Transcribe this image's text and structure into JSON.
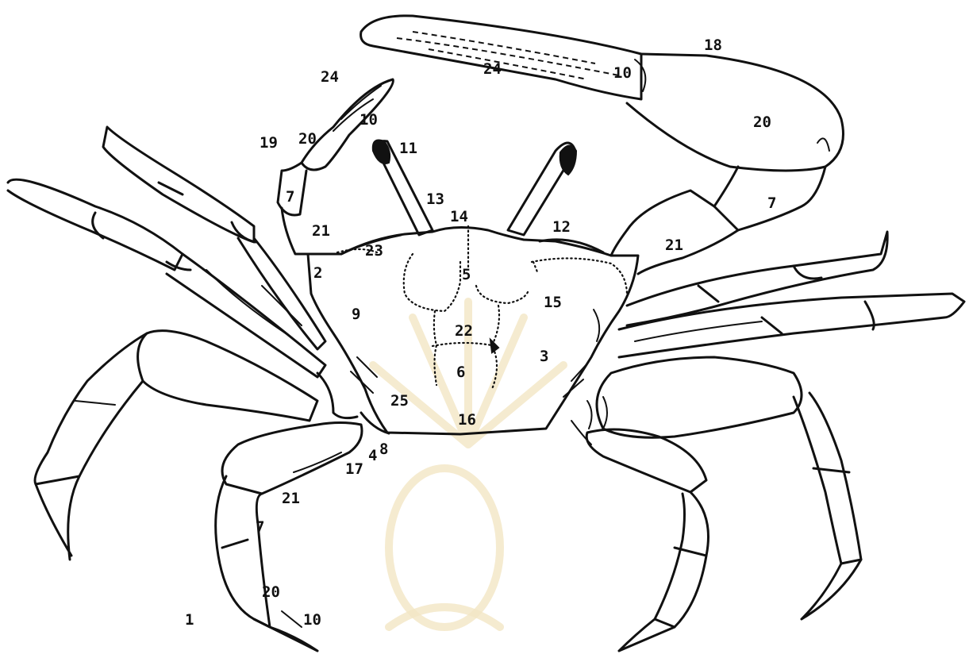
{
  "labels": {
    "l1": "1",
    "l2": "2",
    "l3": "3",
    "l4": "4",
    "l5": "5",
    "l6": "6",
    "l7a": "7",
    "l7b": "7",
    "l7c": "7",
    "l8": "8",
    "l9": "9",
    "l10a": "10",
    "l10b": "10",
    "l10c": "10",
    "l11": "11",
    "l12": "12",
    "l13": "13",
    "l14": "14",
    "l15": "15",
    "l16": "16",
    "l17": "17",
    "l18": "18",
    "l19": "19",
    "l20a": "20",
    "l20b": "20",
    "l20c": "20",
    "l21a": "21",
    "l21b": "21",
    "l21c": "21",
    "l22": "22",
    "l23": "23",
    "l24a": "24",
    "l24b": "24",
    "l25": "25"
  },
  "watermark": "university seal (faint background watermark)"
}
